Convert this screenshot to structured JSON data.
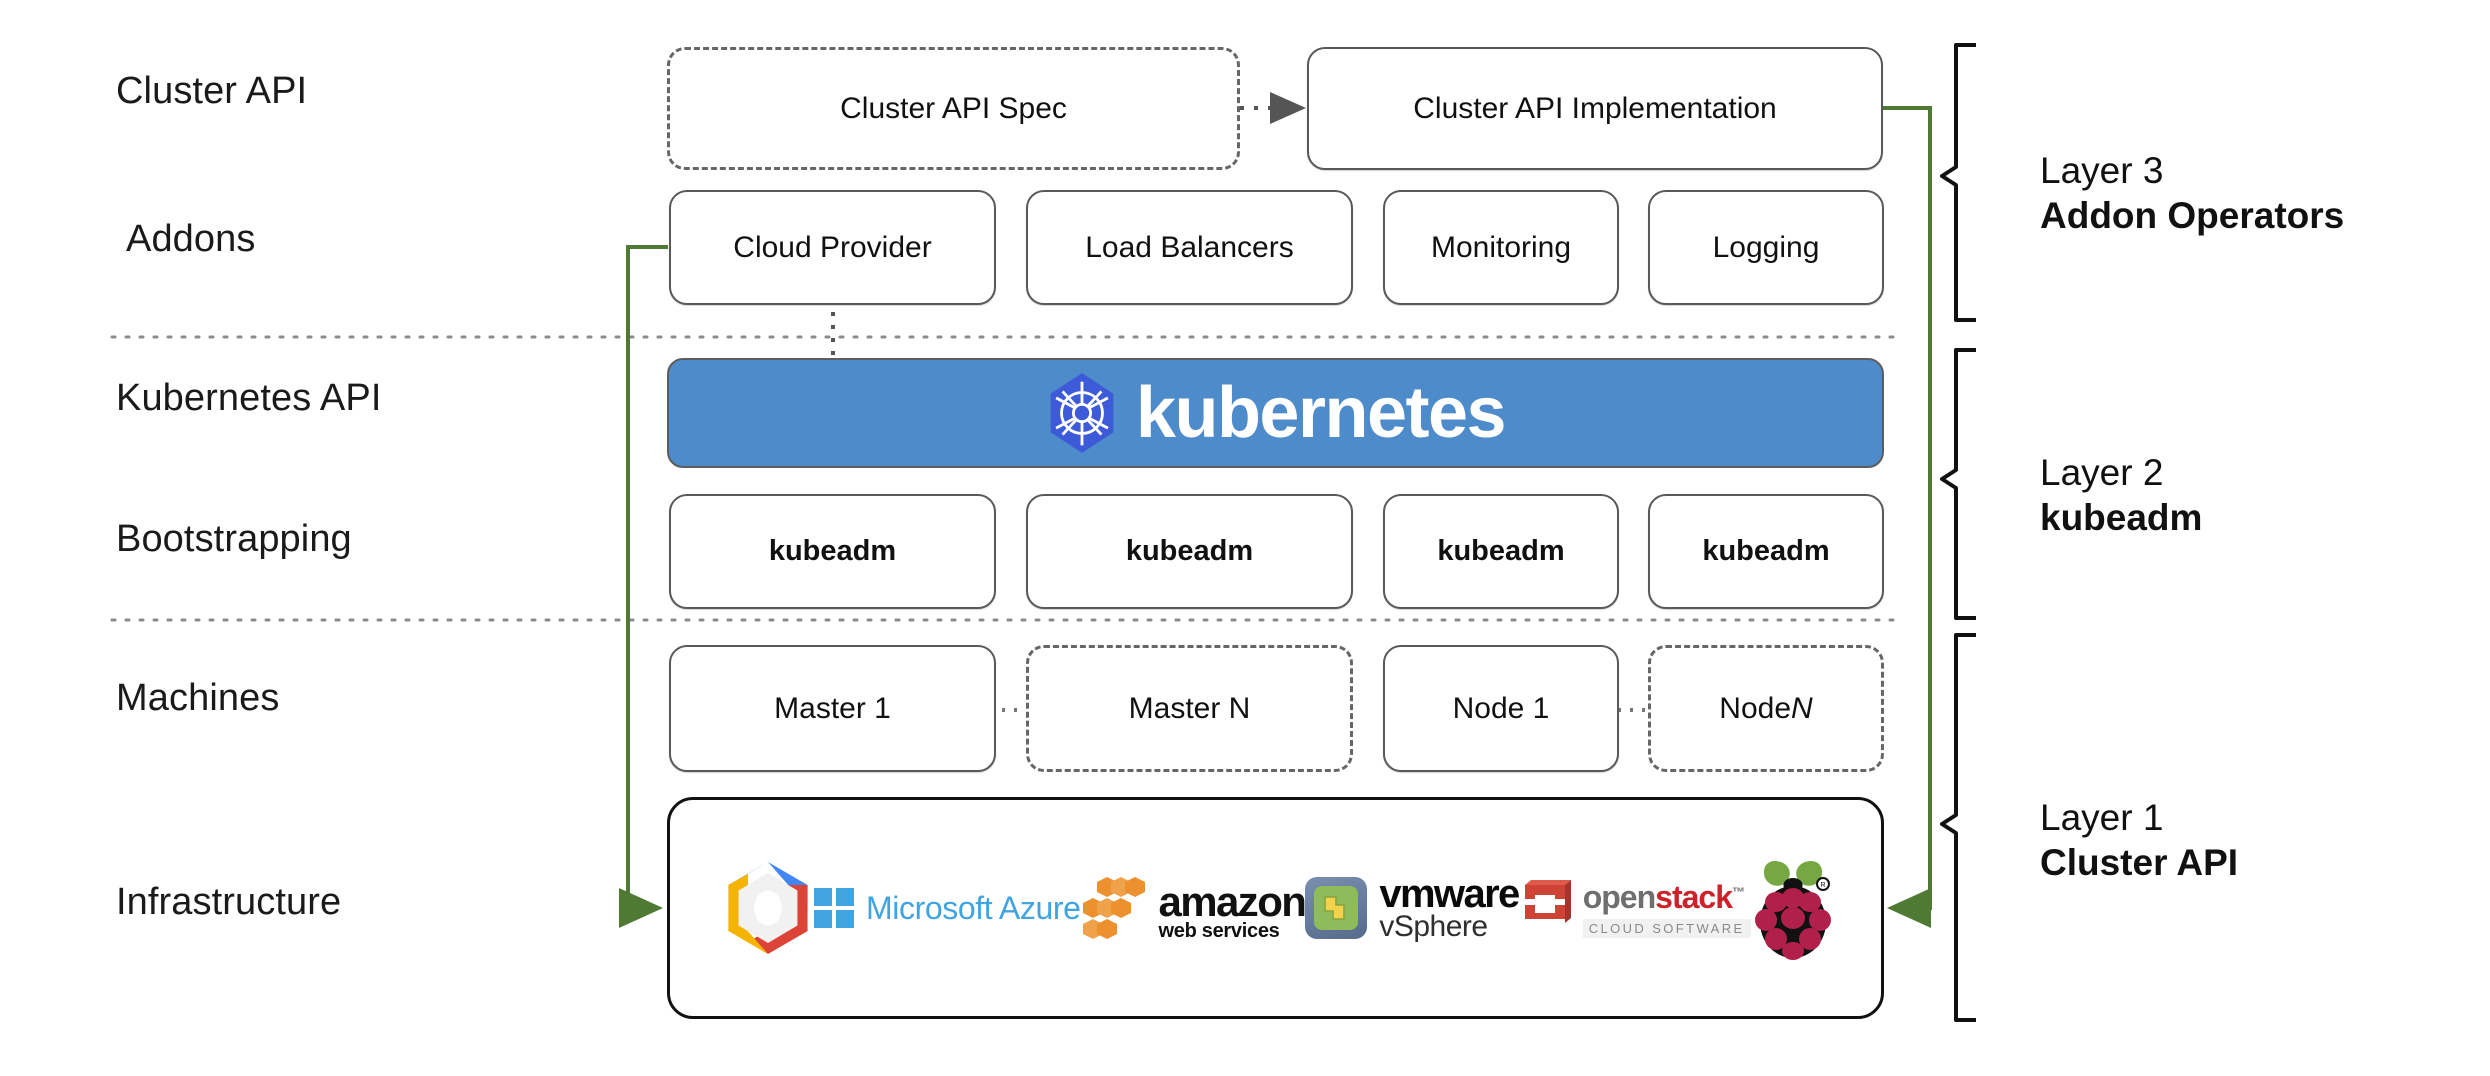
{
  "diagram": {
    "title": "Kubernetes Cluster API layered architecture",
    "accent_green": "#4f7a34",
    "kubernetes_blue": "#4e8bca",
    "box_border": "#595959"
  },
  "row_labels": [
    {
      "id": "cluster-api",
      "text": "Cluster API"
    },
    {
      "id": "addons",
      "text": "Addons"
    },
    {
      "id": "kubernetes-api",
      "text": "Kubernetes API"
    },
    {
      "id": "bootstrapping",
      "text": "Bootstrapping"
    },
    {
      "id": "machines",
      "text": "Machines"
    },
    {
      "id": "infrastructure",
      "text": "Infrastructure"
    }
  ],
  "cluster_api_row": {
    "spec_box": {
      "label": "Cluster API Spec",
      "style": "dashed"
    },
    "implementation_box": {
      "label": "Cluster API Implementation",
      "style": "solid"
    },
    "connector": "dotted-arrow-right"
  },
  "addons_row": [
    {
      "label": "Cloud Provider",
      "style": "solid"
    },
    {
      "label": "Load Balancers",
      "style": "solid"
    },
    {
      "label": "Monitoring",
      "style": "solid"
    },
    {
      "label": "Logging",
      "style": "solid"
    }
  ],
  "kubernetes_banner": {
    "wordmark": "kubernetes",
    "logo_name": "kubernetes-helm-wheel-logo",
    "background": "#4e8bca",
    "text_color": "#ffffff"
  },
  "bootstrapping_row": [
    {
      "label": "kubeadm",
      "style": "solid"
    },
    {
      "label": "kubeadm",
      "style": "solid"
    },
    {
      "label": "kubeadm",
      "style": "solid"
    },
    {
      "label": "kubeadm",
      "style": "solid"
    }
  ],
  "machines_row": [
    {
      "label": "Master 1",
      "style": "solid",
      "italic_suffix": ""
    },
    {
      "label": "Master N",
      "style": "dashed",
      "italic_suffix": ""
    },
    {
      "label": "Node 1",
      "style": "solid",
      "italic_suffix": ""
    },
    {
      "label": "Node ",
      "style": "dashed",
      "italic_suffix": "N"
    }
  ],
  "infrastructure_logos": [
    {
      "name": "google-cloud-platform-logo",
      "label": ""
    },
    {
      "name": "microsoft-azure-logo",
      "label": "Microsoft Azure"
    },
    {
      "name": "amazon-web-services-logo",
      "label_primary": "amazon",
      "label_secondary": "web services"
    },
    {
      "name": "vmware-vsphere-logo",
      "label_primary": "vmware",
      "label_secondary": "vSphere"
    },
    {
      "name": "openstack-logo",
      "label_primary_a": "open",
      "label_primary_b": "stack",
      "label_tm": "™",
      "label_secondary": "CLOUD SOFTWARE"
    },
    {
      "name": "raspberry-pi-logo",
      "label": ""
    }
  ],
  "layers": [
    {
      "id": "layer-3",
      "name": "Layer 3",
      "title": "Addon Operators"
    },
    {
      "id": "layer-2",
      "name": "Layer 2",
      "title": "kubeadm"
    },
    {
      "id": "layer-1",
      "name": "Layer 1",
      "title": "Cluster API"
    }
  ],
  "dividers": [
    {
      "id": "divider-upper",
      "style": "dotted"
    },
    {
      "id": "divider-lower",
      "style": "dotted"
    }
  ],
  "flows": [
    {
      "id": "spec-to-implementation",
      "style": "dotted-arrow"
    },
    {
      "id": "cloud-provider-to-kubernetes",
      "style": "dotted-line"
    },
    {
      "id": "cloud-provider-to-infrastructure",
      "style": "green-arrow"
    },
    {
      "id": "implementation-to-infrastructure",
      "style": "green-arrow"
    },
    {
      "id": "master1-to-masterN",
      "style": "dotted-ellipsis"
    },
    {
      "id": "node1-to-nodeN",
      "style": "dotted-ellipsis"
    }
  ]
}
